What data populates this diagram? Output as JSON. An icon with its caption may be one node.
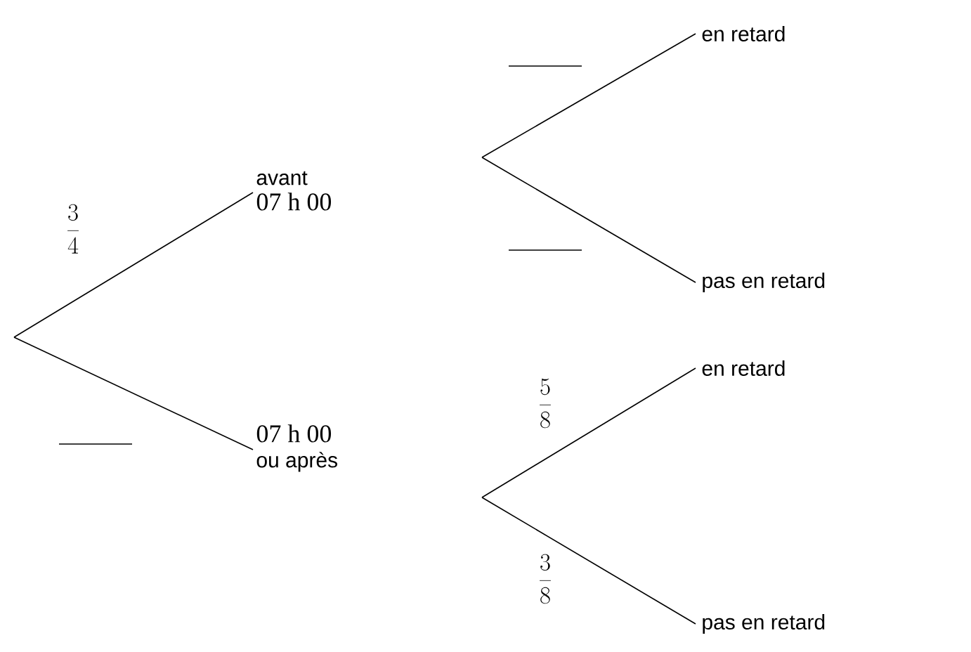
{
  "diagram": {
    "nodes": [
      {
        "text": [
          "avant",
          "07 h 00"
        ]
      },
      {
        "text": [
          "07 h 00",
          "ou après"
        ]
      },
      {
        "text": [
          "en retard"
        ]
      },
      {
        "text": [
          "pas en retard"
        ]
      },
      {
        "text": [
          "en retard"
        ]
      },
      {
        "text": [
          "pas en retard"
        ]
      }
    ],
    "edges": [
      {
        "from": null,
        "to": 0,
        "arrow": "none",
        "label": "\\frac{3}{4}"
      },
      {
        "from": null,
        "to": 1,
        "arrow": "none"
      },
      {
        "from": null,
        "to": 2,
        "arrow": "none"
      },
      {
        "from": null,
        "to": 3,
        "arrow": "none"
      },
      {
        "from": null,
        "to": 4,
        "arrow": "none",
        "label": "\\frac{5}{8}"
      },
      {
        "from": null,
        "to": 5,
        "arrow": "none",
        "label": "\\frac{3}{8}"
      }
    ]
  }
}
